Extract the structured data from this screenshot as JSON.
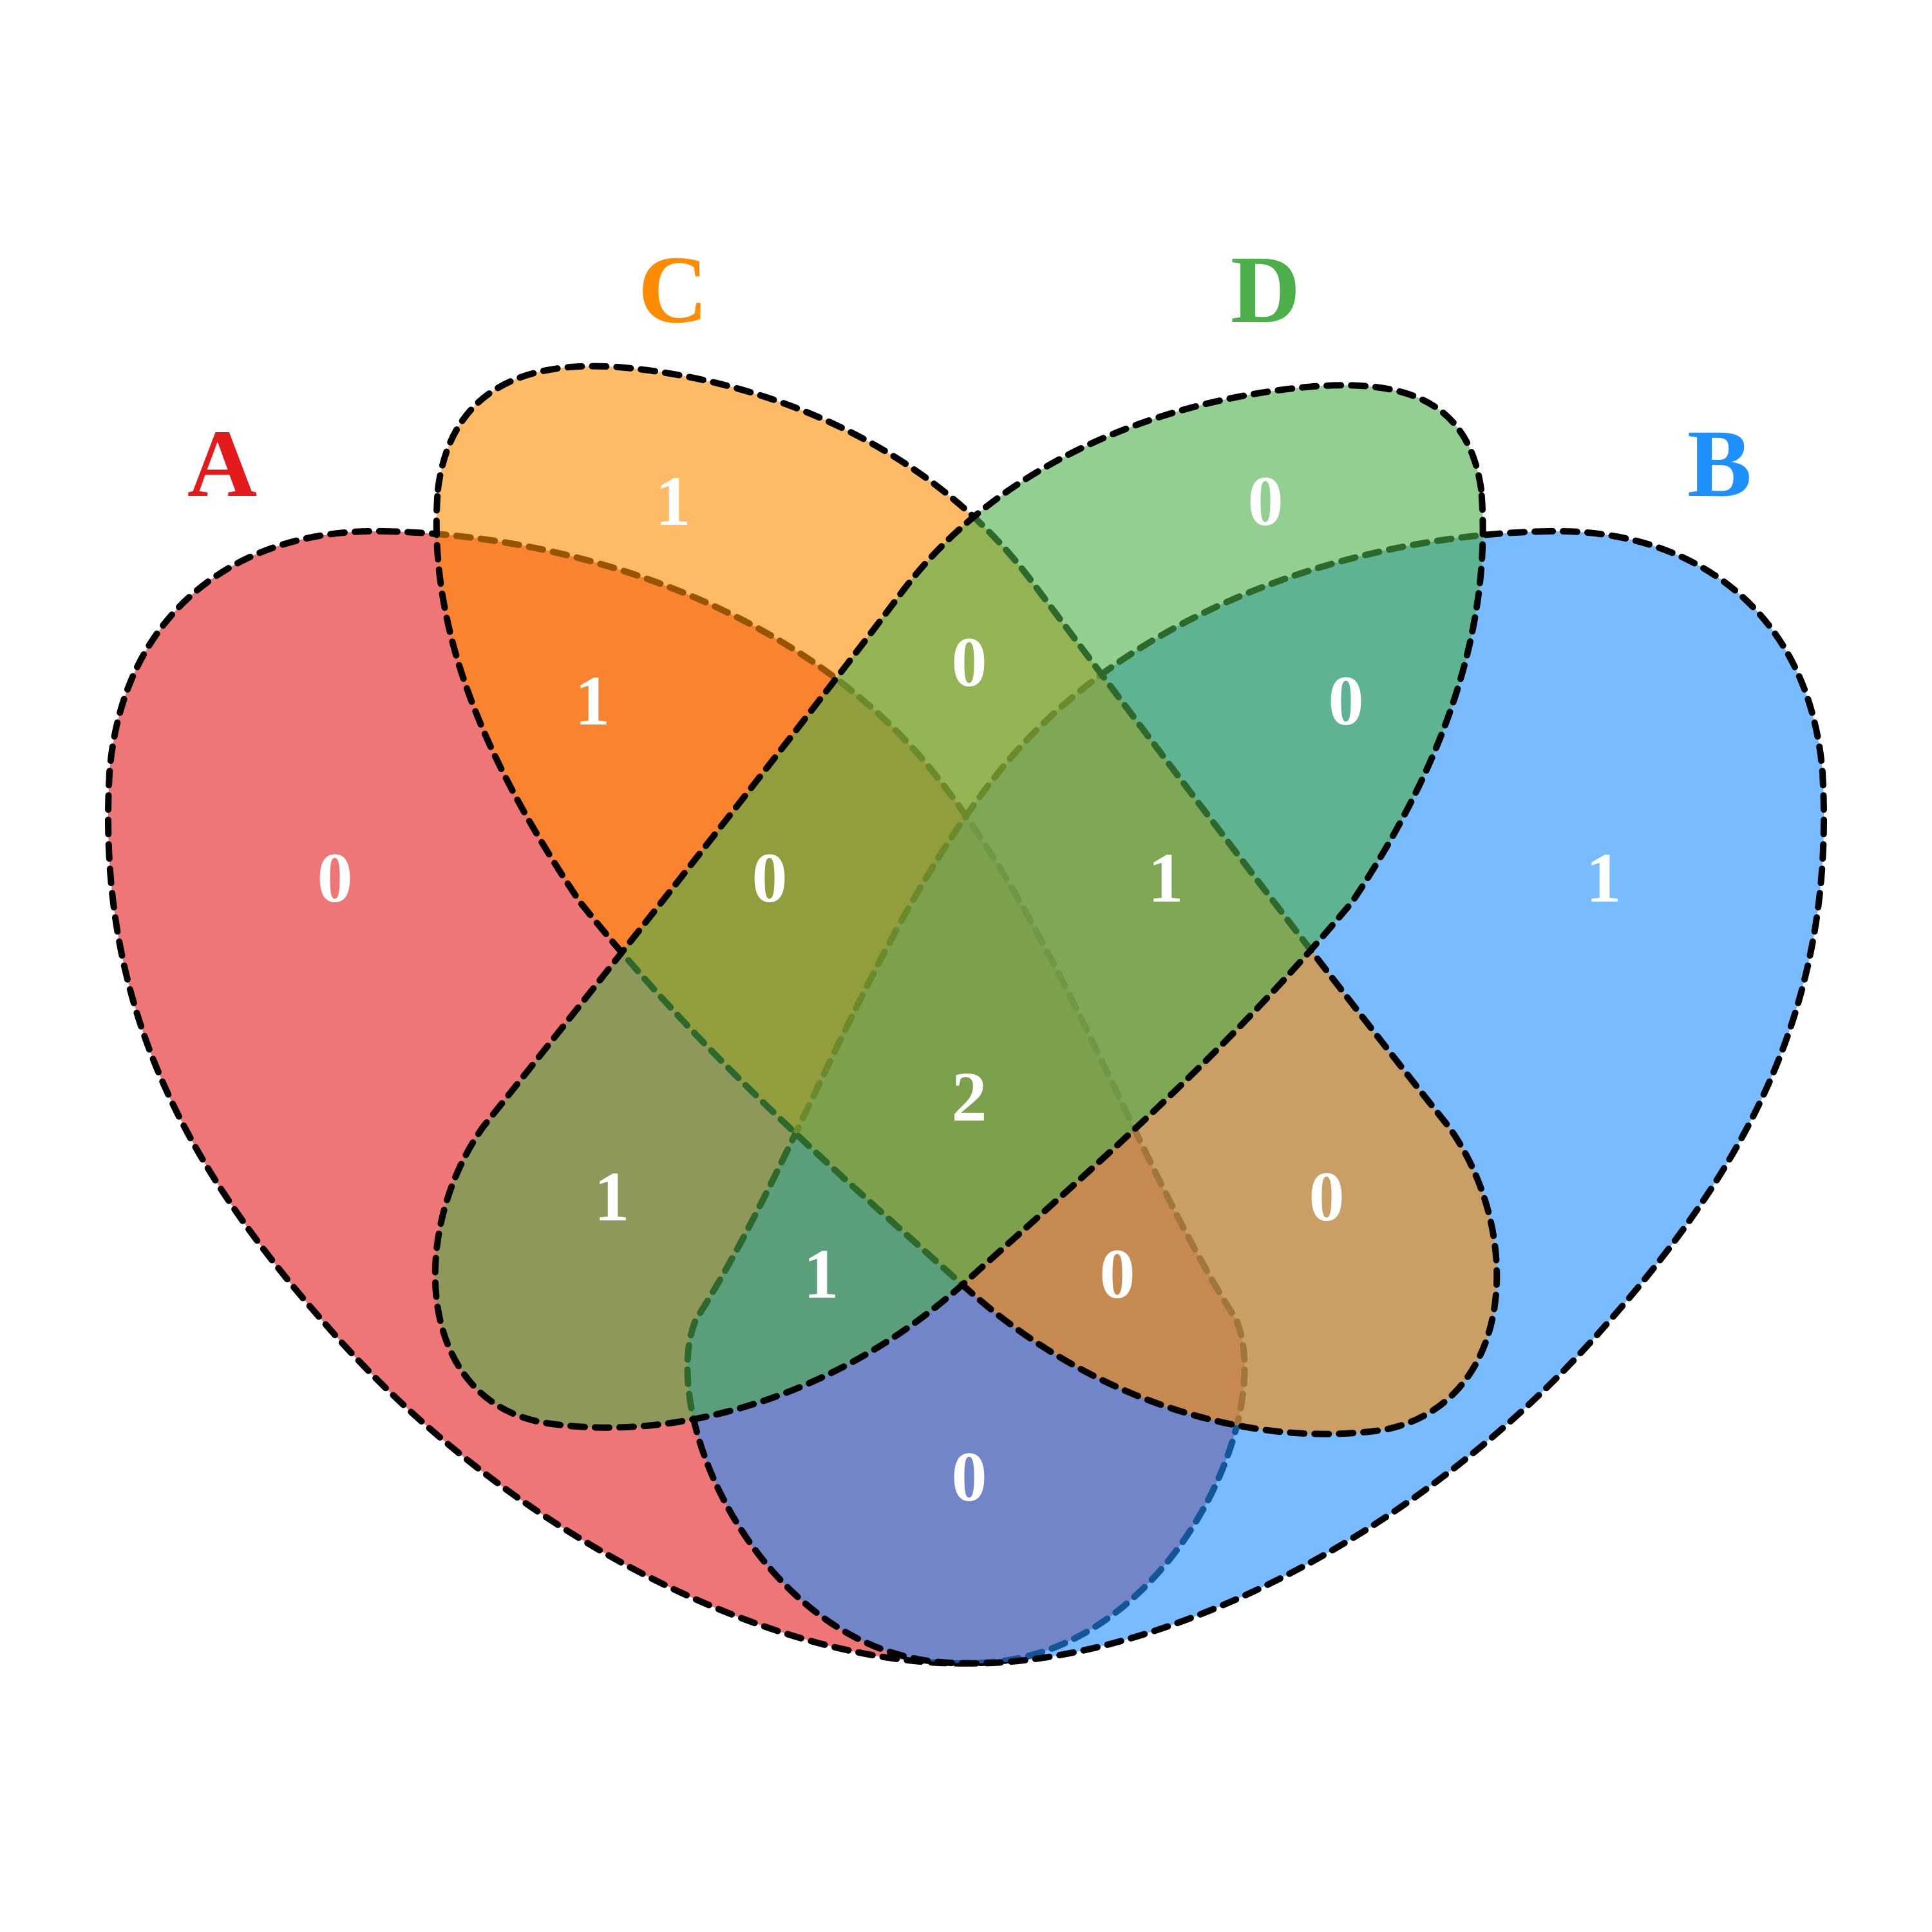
{
  "sets": [
    {
      "id": "A",
      "label": "A",
      "color": "#E41A1C"
    },
    {
      "id": "B",
      "label": "B",
      "color": "#1E90FF"
    },
    {
      "id": "C",
      "label": "C",
      "color": "#FF8C00"
    },
    {
      "id": "D",
      "label": "D",
      "color": "#4DAF4A"
    }
  ],
  "regions": {
    "A_only": "0",
    "B_only": "1",
    "C_only": "1",
    "D_only": "0",
    "A_C": "1",
    "C_D": "0",
    "B_D": "0",
    "A_C_D": "0",
    "B_C_D": "1",
    "A_D": "1",
    "A_B_C_D": "2",
    "B_C": "0",
    "A_B_D": "1",
    "A_B_C": "0",
    "A_B": "0"
  }
}
